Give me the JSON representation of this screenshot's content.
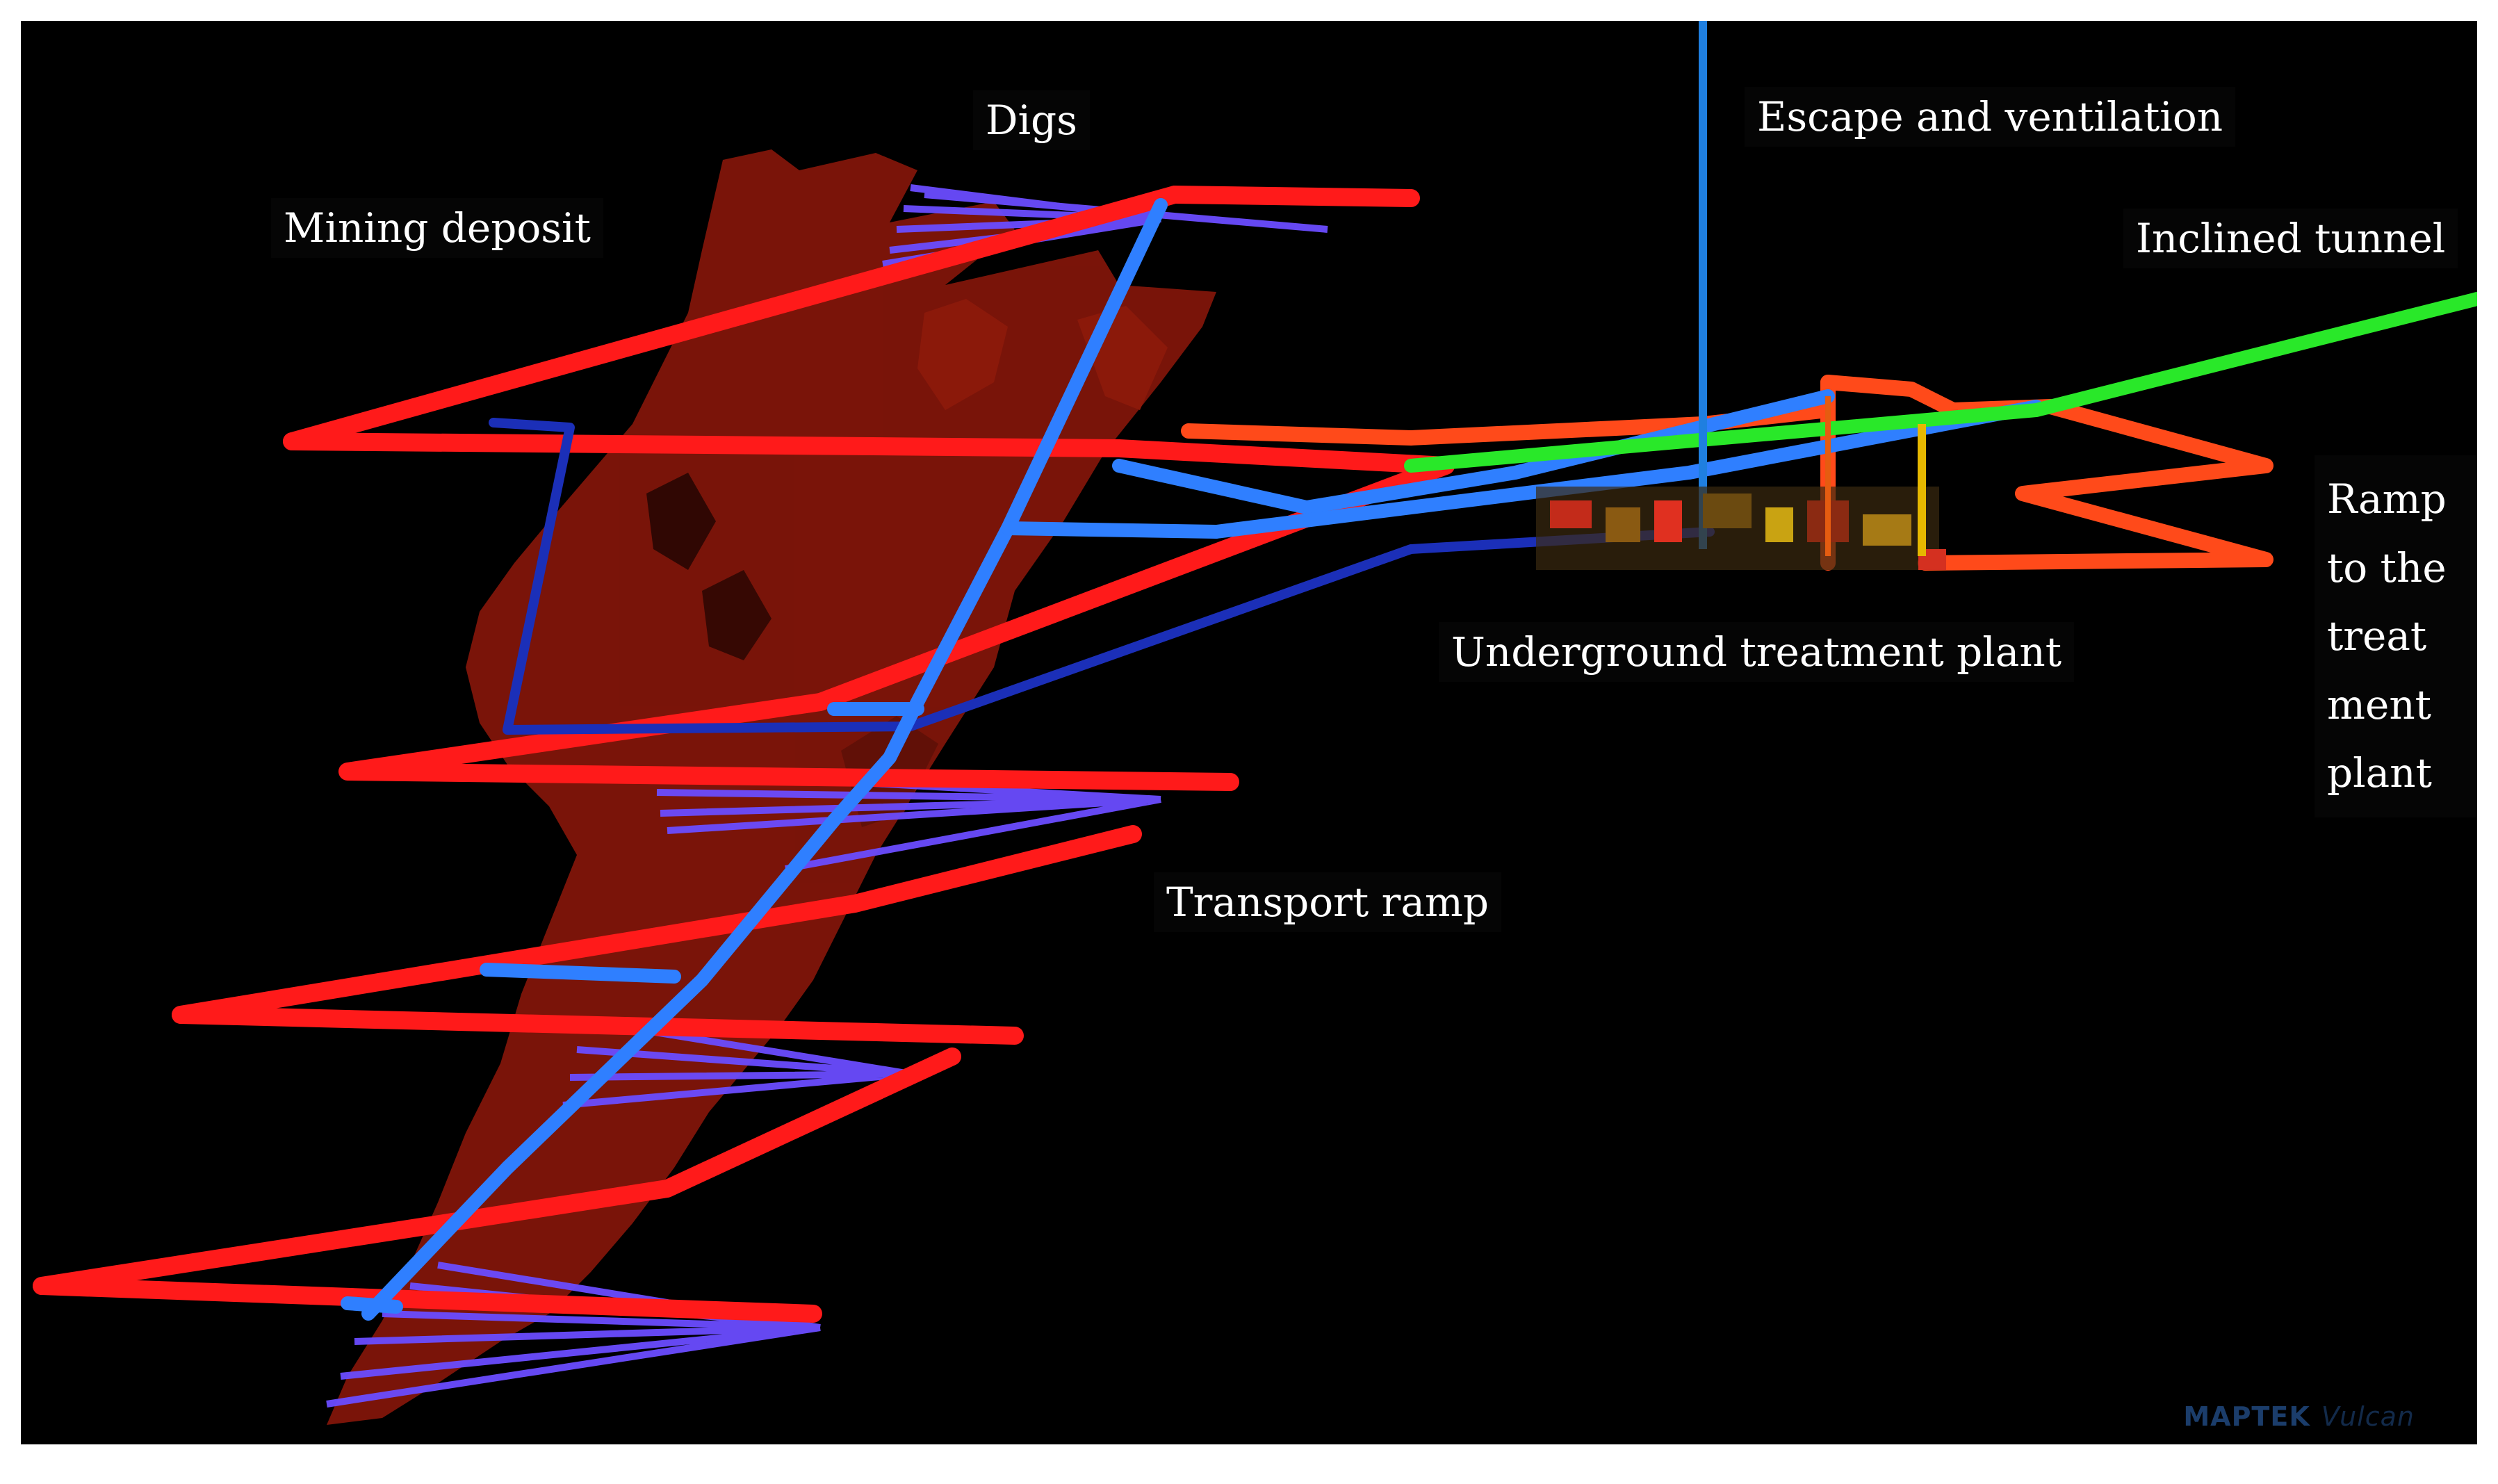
{
  "labels": {
    "digs": "Digs",
    "mining_deposit": "Mining deposit",
    "escape_ventilation": "Escape and ventilation",
    "inclined_tunnel": "Inclined tunnel",
    "ramp_to_plant": [
      "Ramp",
      "to the",
      "treat",
      "ment",
      "plant"
    ],
    "underground_plant": "Underground treatment plant",
    "transport_ramp": "Transport ramp"
  },
  "logo": {
    "brand": "MAPTEK",
    "product": "Vulcan"
  },
  "colors": {
    "background": "#000000",
    "deposit": "#a01a0c",
    "red_drift": "#ff1a1a",
    "orange_drift": "#ff4a1a",
    "blue_ramp": "#2f7fff",
    "dark_blue": "#1b2fb8",
    "violet_fan": "#6a4cff",
    "green_tunnel": "#29e829",
    "shaft": "#1f7fe0",
    "plant_yellow": "#e6b800"
  }
}
